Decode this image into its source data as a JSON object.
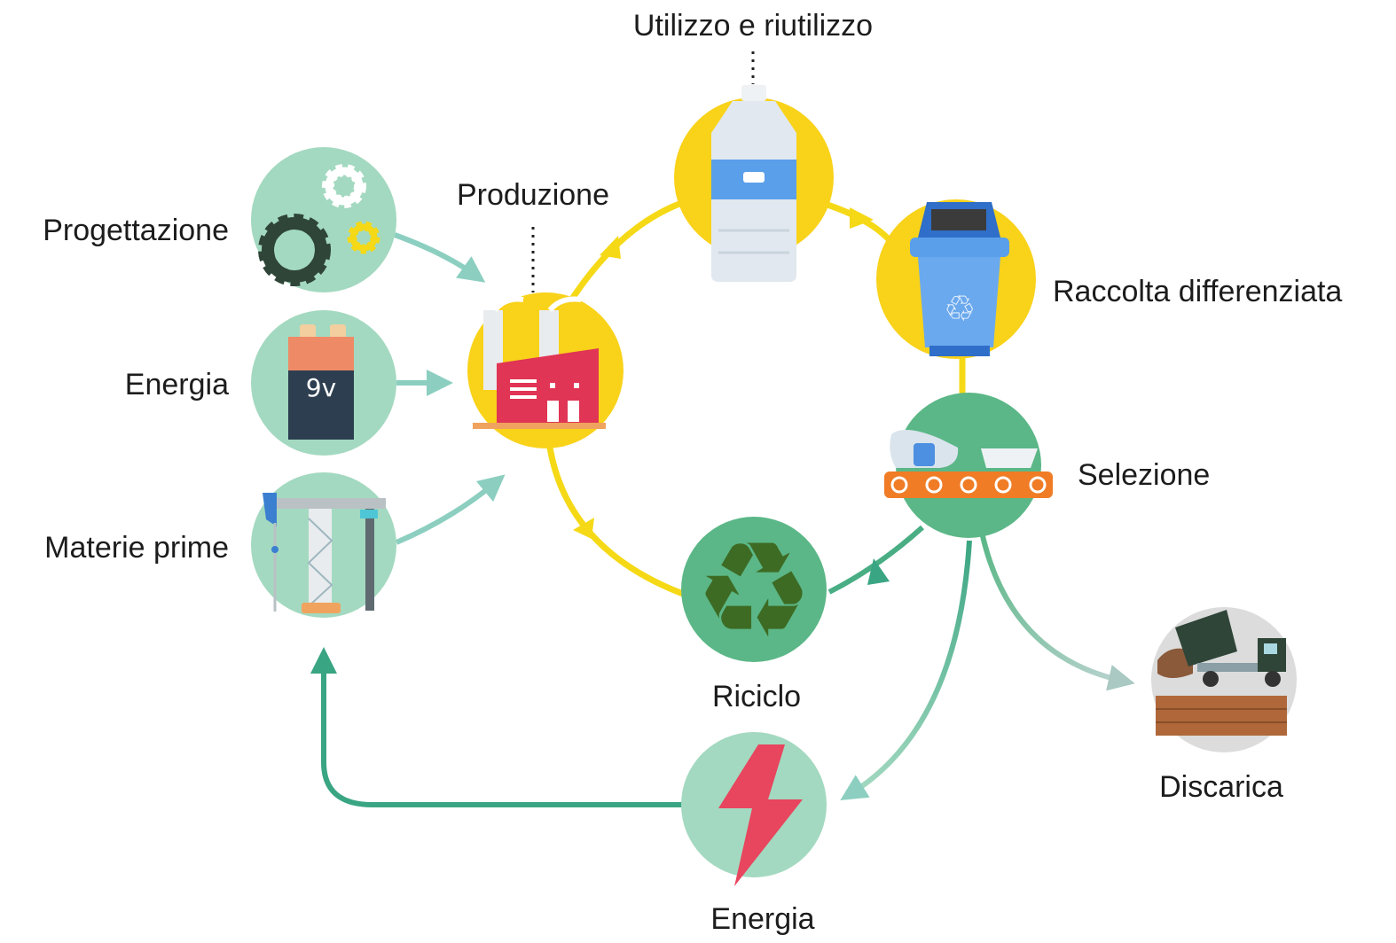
{
  "labels": {
    "progettazione": "Progettazione",
    "energia_input": "Energia",
    "materie_prime": "Materie prime",
    "produzione": "Produzione",
    "utilizzo": "Utilizzo e riutilizzo",
    "raccolta": "Raccolta differenziata",
    "selezione": "Selezione",
    "riciclo": "Riciclo",
    "discarica": "Discarica",
    "energia_recupero": "Energia"
  },
  "icons": {
    "battery_text": "9v"
  },
  "colors": {
    "cycle_yellow": "#f5d916",
    "node_yellow": "#f9d21a",
    "node_green": "#5bb787",
    "node_mint": "#a3d9c0",
    "node_gray": "#dcdcdc",
    "arrow_teal": "#8ccfc0",
    "arrow_green": "#3aa582",
    "factory_red": "#e03554",
    "bolt_red": "#e8455e"
  }
}
